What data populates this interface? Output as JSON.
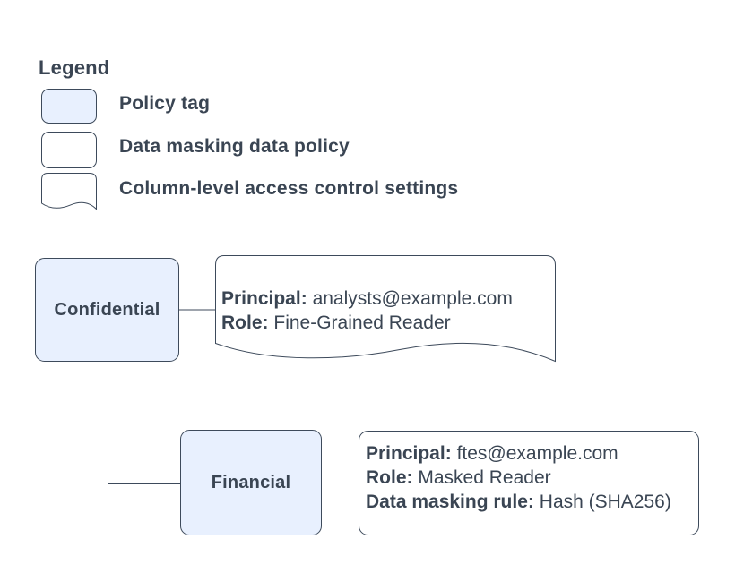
{
  "colors": {
    "policy_tag_fill": "#e8f0fe",
    "shape_fill": "#ffffff",
    "stroke": "#3d4a5b",
    "text": "#3a4553"
  },
  "legend": {
    "title": "Legend",
    "items": [
      {
        "swatch": "policy-tag",
        "label": "Policy tag"
      },
      {
        "swatch": "data-masking-data-policy",
        "label": "Data masking data policy"
      },
      {
        "swatch": "column-level-access-control-settings",
        "label": "Column-level access control settings"
      }
    ]
  },
  "diagram": {
    "policy_tags": [
      {
        "id": "confidential",
        "label": "Confidential"
      },
      {
        "id": "financial",
        "label": "Financial"
      }
    ],
    "column_access_settings": {
      "lines": [
        {
          "label": "Principal:",
          "value": "analysts@example.com"
        },
        {
          "label": "Role:",
          "value": "Fine-Grained Reader"
        }
      ]
    },
    "data_masking_policy": {
      "lines": [
        {
          "label": "Principal:",
          "value": "ftes@example.com"
        },
        {
          "label": "Role:",
          "value": "Masked Reader"
        },
        {
          "label": "Data masking rule:",
          "value": "Hash (SHA256)"
        }
      ]
    }
  }
}
